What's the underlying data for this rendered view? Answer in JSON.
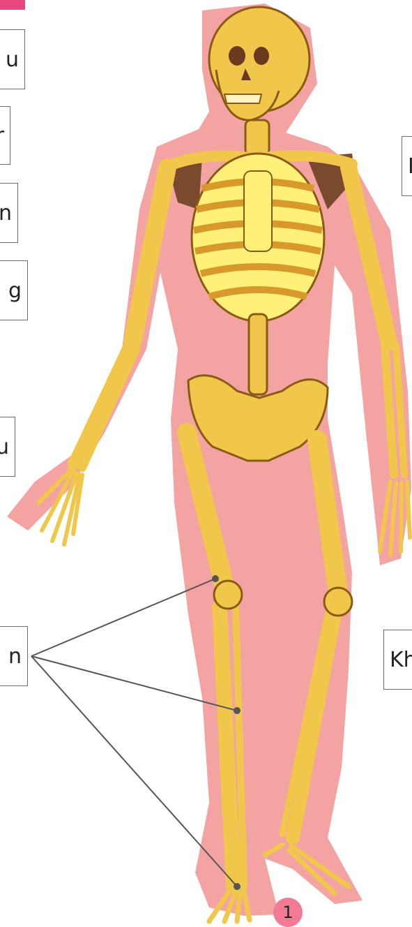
{
  "labels": {
    "left_1": "u",
    "left_2": "r",
    "left_3": "n",
    "left_4": "g",
    "left_5": "u",
    "left_6": "n",
    "right_1": "I",
    "right_2": "Kh"
  },
  "page_number": "1",
  "colors": {
    "body_silhouette": "#f4a3a3",
    "bone": "#f0c74a",
    "bone_outline": "#8a5a12",
    "ribcage_fill": "#fff07a",
    "shoulder_dark": "#7a4a2e",
    "accent_tab": "#e8467e",
    "page_badge": "#f27a94",
    "leader_line": "#555555"
  }
}
